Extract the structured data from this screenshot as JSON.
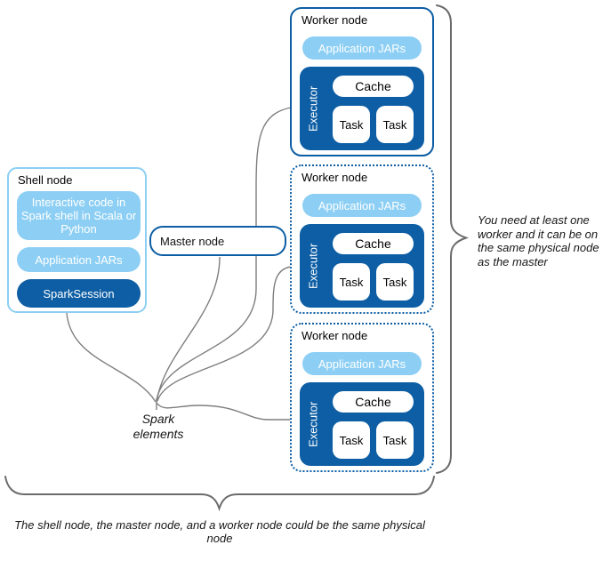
{
  "diagram": {
    "shell": {
      "title": "Shell node",
      "interactive_label": "Interactive code in Spark shell in Scala or Python",
      "jars_label": "Application JARs",
      "session_label": "SparkSession"
    },
    "master": {
      "title": "Master node"
    },
    "workers": [
      {
        "title": "Worker node",
        "border": "solid",
        "jars_label": "Application JARs",
        "executor_label": "Executor",
        "cache_label": "Cache",
        "tasks": [
          "Task",
          "Task"
        ]
      },
      {
        "title": "Worker node",
        "border": "dashed",
        "jars_label": "Application JARs",
        "executor_label": "Executor",
        "cache_label": "Cache",
        "tasks": [
          "Task",
          "Task"
        ]
      },
      {
        "title": "Worker node",
        "border": "dashed",
        "jars_label": "Application JARs",
        "executor_label": "Executor",
        "cache_label": "Cache",
        "tasks": [
          "Task",
          "Task"
        ]
      }
    ],
    "notes": {
      "spark_elements": "Spark elements",
      "right_note": "You need at least one worker and it can be on the same physical node as the master",
      "bottom_note": "The shell node, the master node, and a worker node could be the same physical node"
    },
    "colors": {
      "dark_blue": "#0D5EA4",
      "light_blue": "#8DCFF4",
      "line_gray": "#7E7E7E",
      "brace_gray": "#6B6B6B"
    }
  }
}
